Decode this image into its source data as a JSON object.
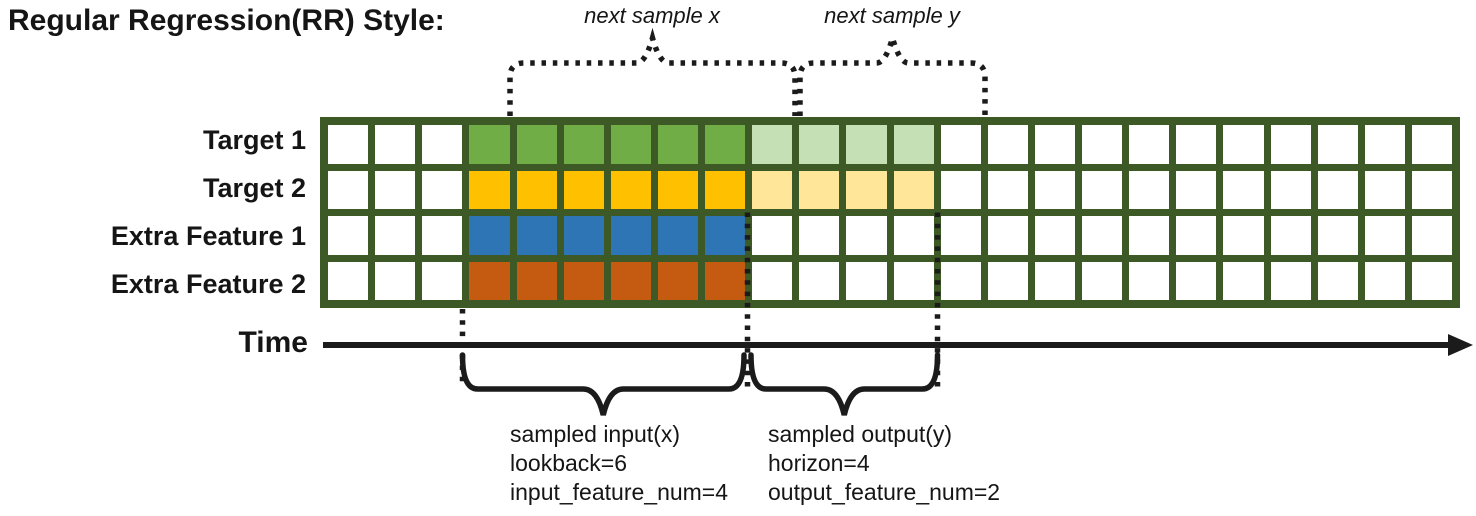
{
  "title": "Regular Regression(RR) Style:",
  "colors": {
    "grid_border": "#3D5A26",
    "line_black": "#1b1b1b",
    "empty_cell": "#ffffff"
  },
  "grid": {
    "columns": 24,
    "empty_before": 3,
    "lookback": 6,
    "horizon": 4,
    "rows": [
      {
        "label": "Target 1",
        "input_color": "#70AD47",
        "output_color": "#C5E0B4"
      },
      {
        "label": "Target 2",
        "input_color": "#FFC000",
        "output_color": "#FFE699"
      },
      {
        "label": "Extra Feature 1",
        "input_color": "#2E75B6",
        "output_color": "#ffffff"
      },
      {
        "label": "Extra Feature 2",
        "input_color": "#C55A11",
        "output_color": "#ffffff"
      }
    ]
  },
  "annotations": {
    "next_sample_x": "next sample x",
    "next_sample_y": "next sample y",
    "time_label": "Time",
    "input_block": [
      "sampled input(x)",
      "lookback=6",
      "input_feature_num=4"
    ],
    "output_block": [
      "sampled output(y)",
      "horizon=4",
      "output_feature_num=2"
    ]
  }
}
